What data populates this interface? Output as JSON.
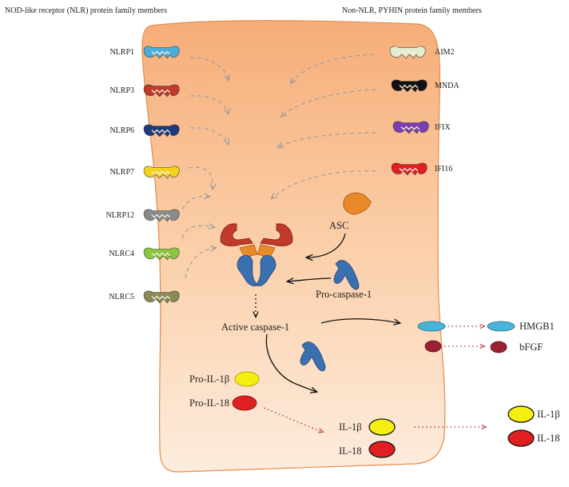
{
  "headers": {
    "left": "NOD-like receptor (NLR) protein family members",
    "right": "Non-NLR, PYHIN protein family members"
  },
  "nlr_members": [
    {
      "label": "NLRP1",
      "color": "#4aaedb"
    },
    {
      "label": "NLRP3",
      "color": "#c0392b"
    },
    {
      "label": "NLRP6",
      "color": "#1f3a7a"
    },
    {
      "label": "NLRP7",
      "color": "#f5d21a"
    },
    {
      "label": "NLRP12",
      "color": "#8a8a8a"
    },
    {
      "label": "NLRC4",
      "color": "#8cc63f"
    },
    {
      "label": "NLRC5",
      "color": "#8b8a55"
    }
  ],
  "pyhin_members": [
    {
      "label": "AIM2",
      "color": "#e4ecd0"
    },
    {
      "label": "MNDA",
      "color": "#111111"
    },
    {
      "label": "IFIX",
      "color": "#7b3fb0"
    },
    {
      "label": "IFI16",
      "color": "#e02020"
    }
  ],
  "center": {
    "asc": "ASC",
    "pro_caspase": "Pro-caspase-1",
    "active_caspase": "Active caspase-1",
    "pro_il1b": "Pro-IL-1β",
    "pro_il18": "Pro-IL-18",
    "il1b": "IL-1β",
    "il18": "IL-18"
  },
  "outside": {
    "hmgb1": "HMGB1",
    "bfgf": "bFGF",
    "il1b": "IL-1β",
    "il18": "IL-18"
  },
  "colors": {
    "cell_top": "#f7b98a",
    "cell_bottom": "#fde8d8",
    "cell_border": "#e58b4a",
    "asc": "#e8892a",
    "caspase": "#3a6fb0",
    "hmgb1": "#4ab3d8",
    "bfgf": "#9b2035",
    "il1b": "#f5ee10",
    "il18": "#e02020",
    "dotted_arrow": "#b03040",
    "dashed_arrow": "#9a9a9a"
  }
}
